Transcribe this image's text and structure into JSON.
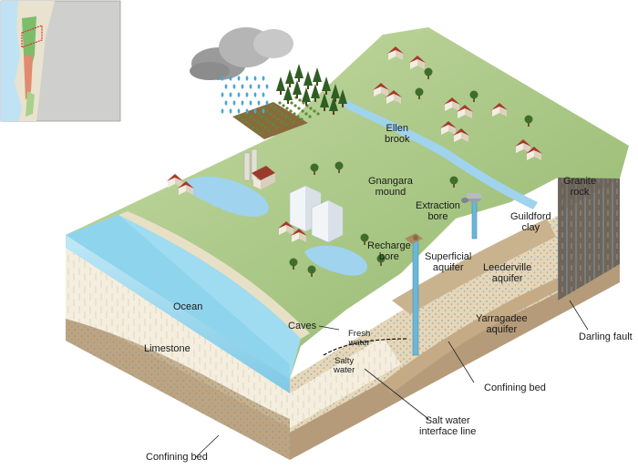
{
  "labels": {
    "ellen_brook": "Ellen\nbrook",
    "gnangara_mound": "Gnangara\nmound",
    "extraction_bore": "Extraction\nbore",
    "guildford_clay": "Guildford\nclay",
    "granite_rock": "Granite\nrock",
    "recharge_bore": "Recharge\nbore",
    "superficial_aquifer": "Superficial\naquifer",
    "leederville_aquifer": "Leederville\naquifer",
    "ocean": "Ocean",
    "caves": "Caves",
    "fresh_water": "Fresh\nwater",
    "salty_water": "Salty\nwater",
    "limestone": "Limestone",
    "yarragadee_aquifer": "Yarragadee\naquifer",
    "darling_fault": "Darling fault",
    "confining_bed_right": "Confining bed",
    "salt_water_interface": "Salt water\ninterface line",
    "confining_bed_bottom": "Confining bed"
  },
  "icons": [
    "rain-cloud-icon",
    "tree-icon",
    "house-icon",
    "building-icon",
    "bore-icon",
    "factory-icon"
  ],
  "colors": {
    "land_green": "#a9c98a",
    "ocean_blue": "#8fd3ee",
    "limestone": "#f3eddc",
    "aquifer_sand": "#e4d3b4",
    "confining_brown": "#b39a7c",
    "granite": "#6e645a"
  }
}
